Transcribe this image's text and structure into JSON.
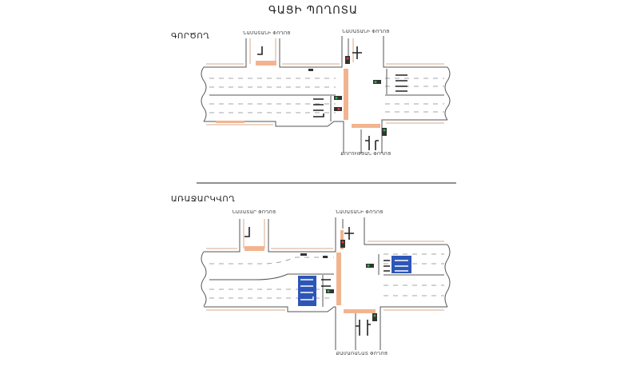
{
  "title": "ԳԱՑԻ ՊՈՂՈՏԱ",
  "sections": [
    {
      "id": "current",
      "label": "ԳՈՐԾՈՂ",
      "street_top_left": "ՆԱՄԱՏԱՆԻ ՓՈՂՈՑ",
      "street_top_right": "ՆԱՄԱՏԱՆԻ ՓՈՂՈՑ",
      "street_bottom": "ՔՈՐՈՒԹՅԱՆ ՓՈՂՈՑ"
    },
    {
      "id": "proposed",
      "label": "ԱՌԱՋԱՐԿՎՈՂ",
      "street_top_left": "ՆԱՍԱՏԱՐ ՓՈՂՈՑ",
      "street_top_right": "ՆԱՄԱՏԱՆԻ ՓՈՂՈՑ",
      "street_bottom": "ՔԱՄԱՌԱՆԱՏ ՓՈՂՈՑ"
    }
  ],
  "colors": {
    "crosswalk": "#f2b48f",
    "sidewalk": "#d9a98a",
    "lane_highlight": "#2d56b8",
    "signal_red": "#e23b2e",
    "signal_green": "#2bb44a"
  }
}
